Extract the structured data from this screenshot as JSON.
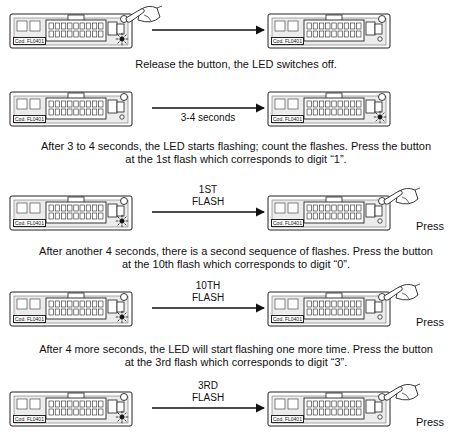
{
  "diagram": {
    "nodes": [
      {
        "text": [
          "Cod. FL0401"
        ]
      },
      {
        "text": [
          "Cod. FL0401"
        ]
      },
      {
        "text": [
          "Cod. FL0401"
        ]
      },
      {
        "text": [
          "Cod. FL0401"
        ]
      },
      {
        "text": [
          "Cod. FL0401"
        ]
      },
      {
        "text": [
          "Cod. FL0401"
        ]
      },
      {
        "text": [
          "Cod. FL0401"
        ]
      },
      {
        "text": [
          "Cod. FL0401"
        ]
      },
      {
        "text": [
          "Cod. FL0401"
        ]
      },
      {
        "text": [
          "Cod. FL0401"
        ]
      }
    ],
    "edges": [
      {
        "from": 0,
        "to": 1,
        "arrow": "to"
      },
      {
        "from": 2,
        "to": 3,
        "label": "3-4 seconds",
        "arrow": "to"
      },
      {
        "from": 4,
        "to": 5,
        "label": "1ST FLASH",
        "arrow": "to"
      },
      {
        "from": 6,
        "to": 7,
        "label": "10TH FLASH",
        "arrow": "to"
      },
      {
        "from": 8,
        "to": 9,
        "label": "3RD FLASH",
        "arrow": "to"
      }
    ],
    "labels": [
      "Release the button, the LED switches off.",
      "After 3 to 4 seconds, the LED starts flashing; count the flashes. Press the button at the 1st flash which corresponds to digit “1”.",
      "Press",
      "After another 4 seconds, there is a second sequence of flashes. Press the button at the 10th flash which corresponds to digit “0”.",
      "Press",
      "After 4 more seconds, the LED will start flashing one more time. Press the button at the 3rd flash which corresponds to digit “3”.",
      "Press"
    ]
  }
}
